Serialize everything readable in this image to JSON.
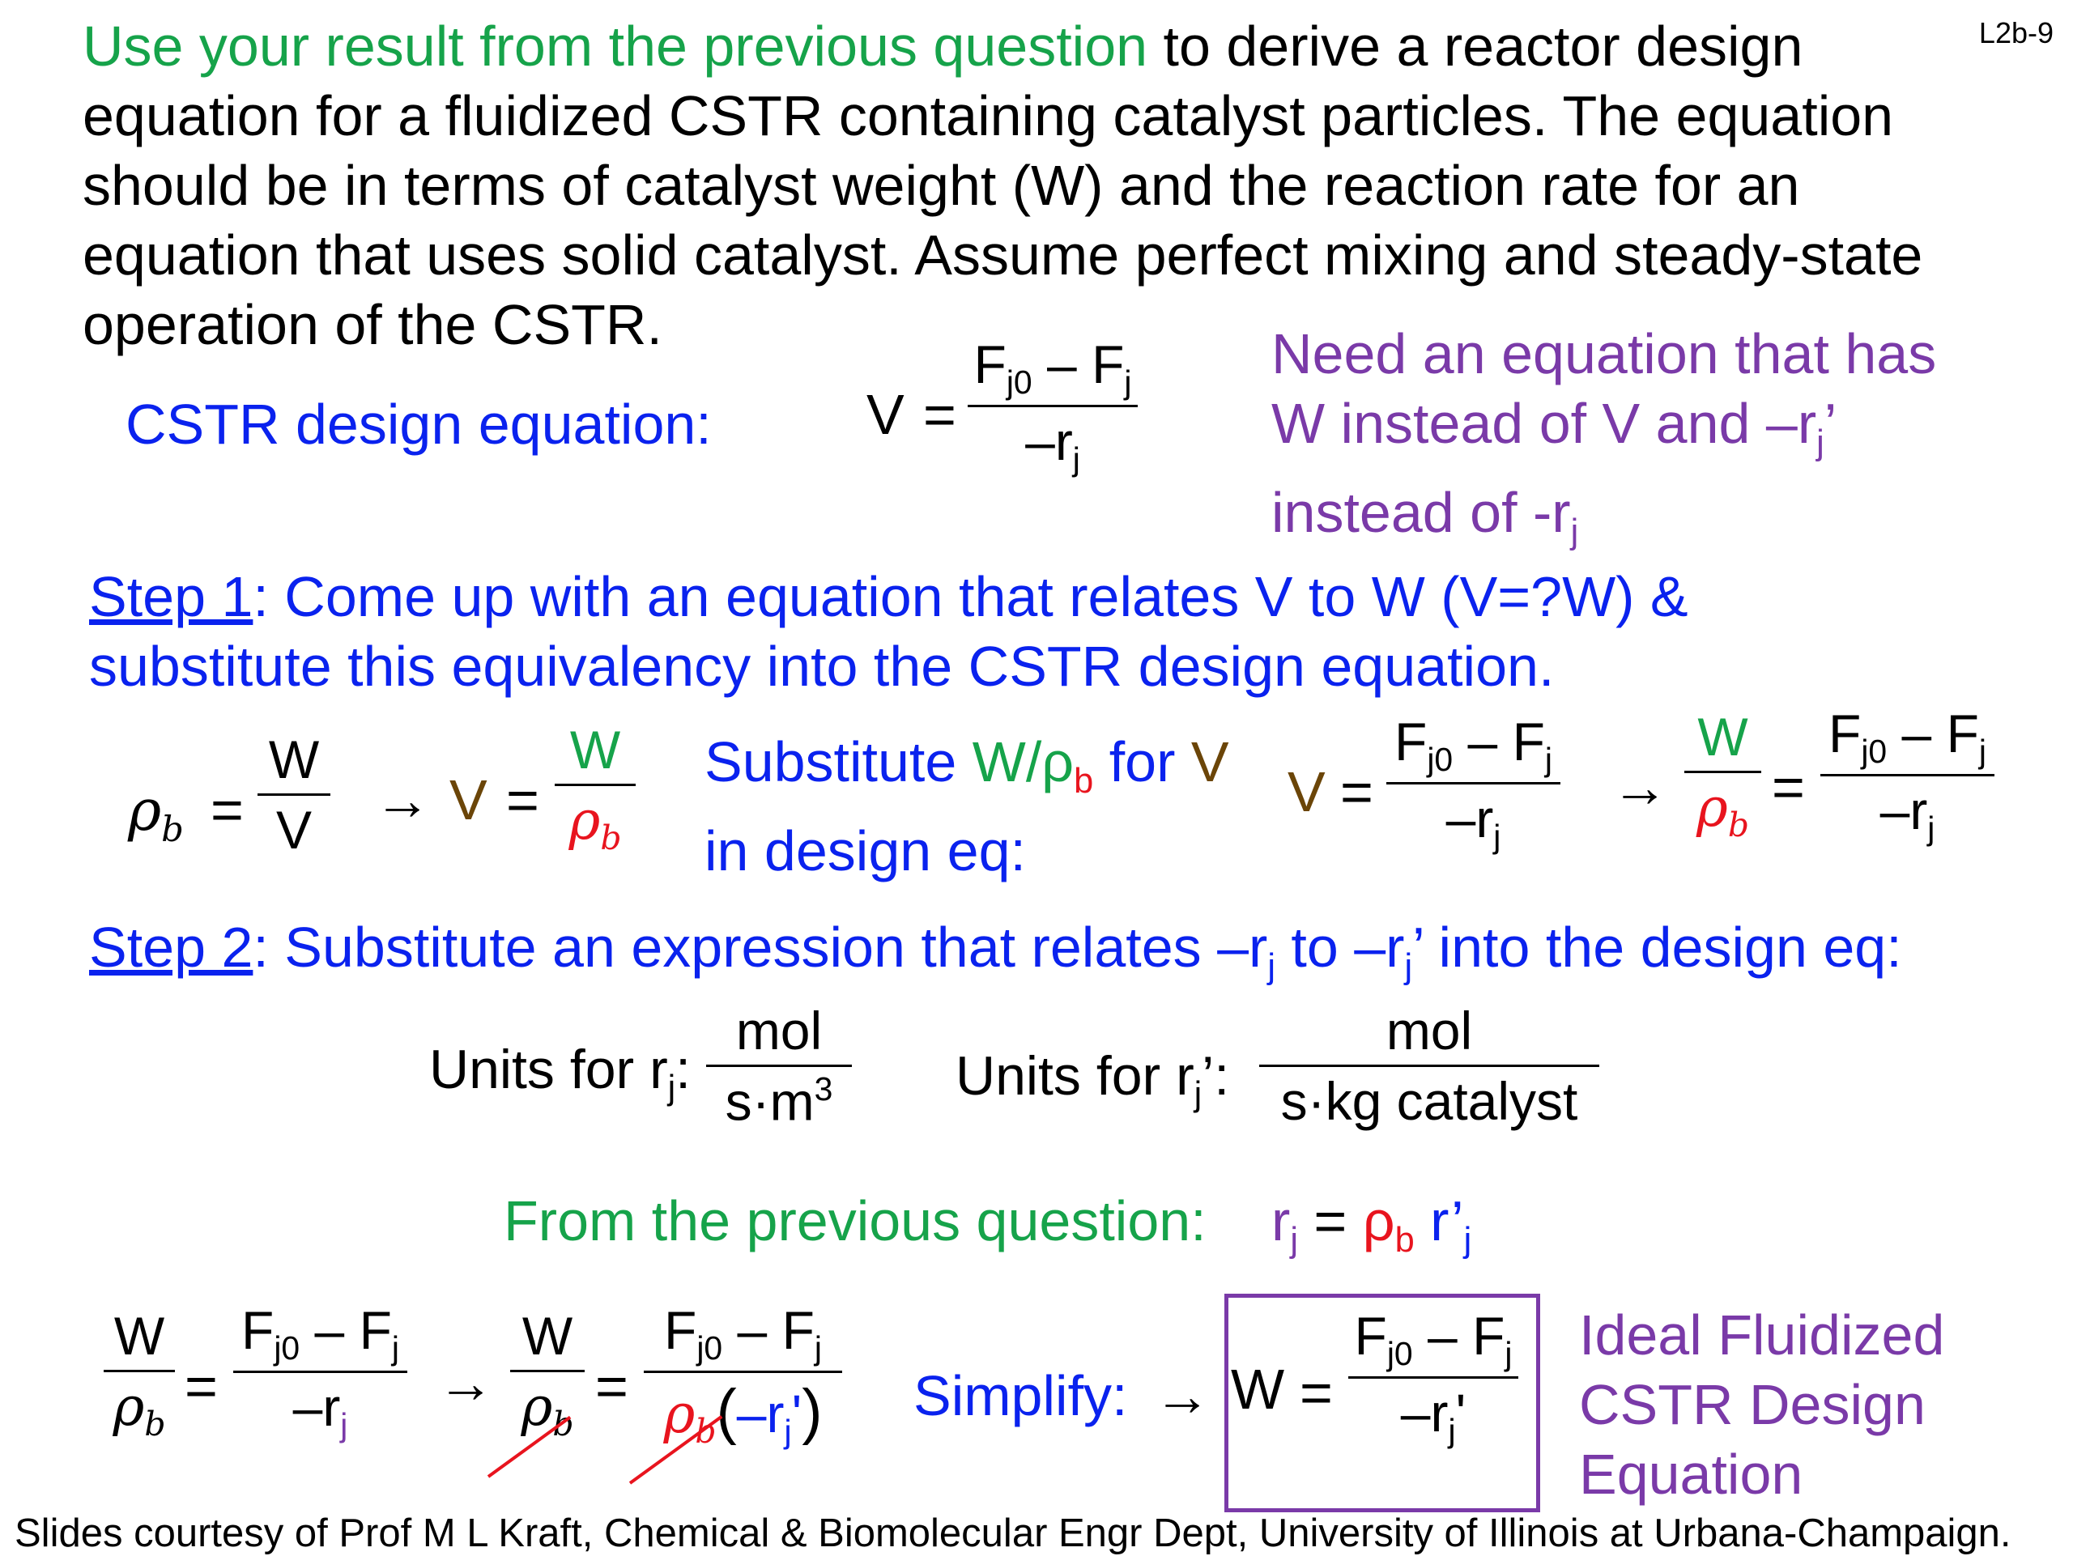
{
  "slide": {
    "ref": "L2b-9",
    "problem": {
      "highlight": "Use your result from the previous question",
      "line1_rest": " to derive a reactor design",
      "line2": "equation for a fluidized CSTR containing catalyst particles. The equation",
      "line3": "should be in terms of catalyst weight (W) and the reaction rate for an",
      "line4": "equation that uses solid catalyst. Assume perfect mixing and steady-state",
      "line5": "operation of the CSTR."
    },
    "cstr_label": "CSTR design equation:",
    "note": {
      "line1": "Need an equation that has",
      "line2a": "W instead of V and –r",
      "line2b": "j",
      "line2c": "’",
      "line3a": "instead of -r",
      "line3b": "j"
    },
    "step1": {
      "label": "Step 1",
      "text1": ": Come up with an equation that relates V to W (V=?W) &",
      "text2": "substitute this equivalency into the CSTR design equation."
    },
    "substitute": {
      "a": "Substitute ",
      "b": "W/ρ",
      "c": "b",
      "d": " for ",
      "e": "V",
      "line2": "in design eq:"
    },
    "step2": {
      "label": "Step 2",
      "text_a": ": Substitute an expression that relates –r",
      "j1": "j",
      "text_b": " to –r",
      "j2": "j",
      "text_c": "’ into the design eq:"
    },
    "units": {
      "rj_label": "Units for r",
      "rj_sub": "j",
      "rj_colon": ":",
      "rj_num": "mol",
      "rj_den": "s·m",
      "rj_den_sup": "3",
      "rjp_label": "Units for r",
      "rjp_sub": "j",
      "rjp_after": "’:",
      "rjp_num": "mol",
      "rjp_den": "s·kg catalyst"
    },
    "from_prev": {
      "label": "From the previous question:",
      "r": "r",
      "r_sub": "j",
      "eq": " = ",
      "rho": "ρ",
      "rho_sub": "b",
      "rp": " r’",
      "rp_sub": "j"
    },
    "simplify": "Simplify:",
    "final_label": {
      "line1": "Ideal Fluidized",
      "line2": "CSTR Design",
      "line3": "Equation"
    },
    "footer": "Slides courtesy of Prof M L Kraft, Chemical & Biomolecular Engr Dept, University of Illinois at Urbana-Champaign.",
    "math": {
      "V": "V",
      "W": "W",
      "eq": "=",
      "arrow": "→",
      "rho": "ρ",
      "b": "b",
      "Fj0": "F",
      "j0": "j0",
      "minusF": " – F",
      "j": "j",
      "minus_r": "–r",
      "minus_rp": "–r",
      "prime": "'",
      "lparen": "(",
      "rparen": ")"
    }
  }
}
